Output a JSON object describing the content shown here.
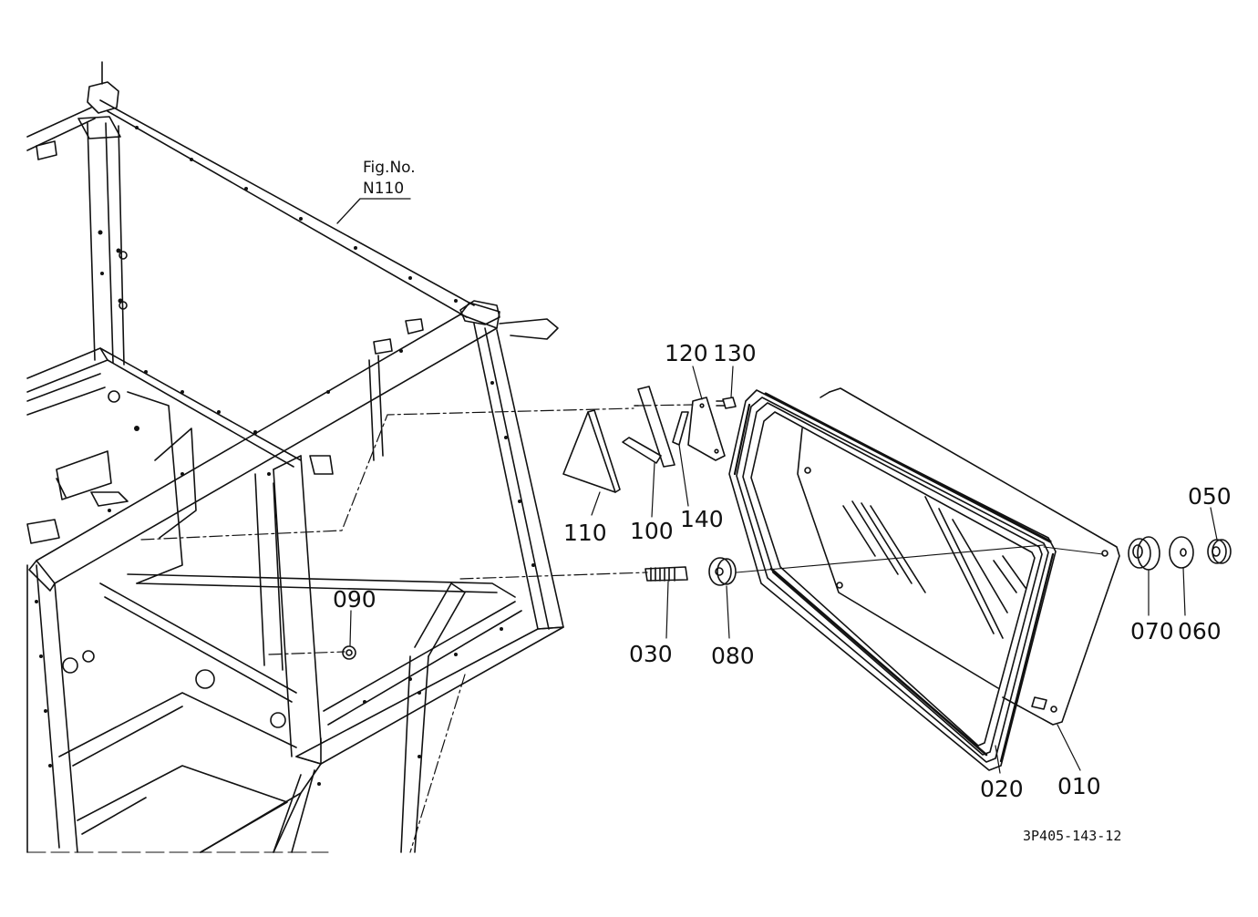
{
  "figure_ref": {
    "line1": "Fig.No.",
    "line2": "N110"
  },
  "drawing_number": "3P405-143-12",
  "callouts": [
    {
      "id": "c010",
      "label": "010"
    },
    {
      "id": "c020",
      "label": "020"
    },
    {
      "id": "c030",
      "label": "030"
    },
    {
      "id": "c050",
      "label": "050"
    },
    {
      "id": "c060",
      "label": "060"
    },
    {
      "id": "c070",
      "label": "070"
    },
    {
      "id": "c080",
      "label": "080"
    },
    {
      "id": "c090",
      "label": "090"
    },
    {
      "id": "c100",
      "label": "100"
    },
    {
      "id": "c110",
      "label": "110"
    },
    {
      "id": "c120",
      "label": "120"
    },
    {
      "id": "c130",
      "label": "130"
    },
    {
      "id": "c140",
      "label": "140"
    }
  ]
}
